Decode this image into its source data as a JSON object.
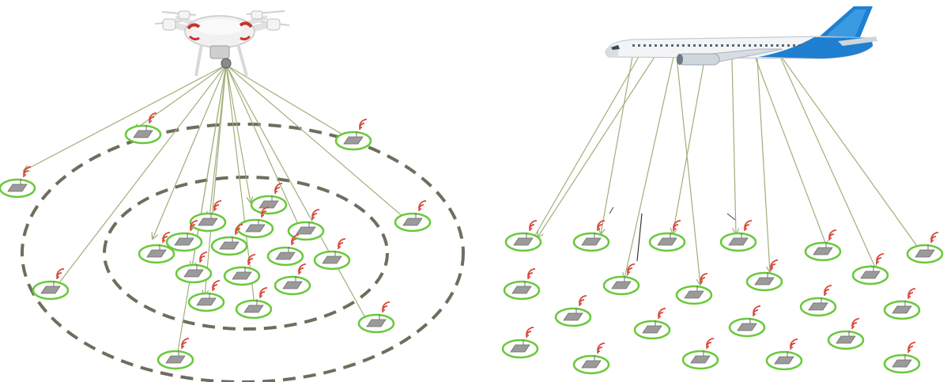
{
  "colors": {
    "background": "#ffffff",
    "link_line": "#9fb07a",
    "dashed_ring": "#6e6e5e",
    "node_ring": "#69c93a",
    "node_box": "#9a9a9a",
    "signal": "#d9483b",
    "drone_body": "#eeeeee",
    "drone_accent": "#c8332b",
    "plane_body": "#f2f4f6",
    "plane_tail": "#1f7fd0"
  },
  "panels": [
    {
      "name": "drone-panel",
      "vehicle_icon": "drone-icon",
      "pattern": "concentric-rings"
    },
    {
      "name": "airplane-panel",
      "vehicle_icon": "airplane-icon",
      "pattern": "grid"
    }
  ],
  "node_icon": "sensor-node-icon",
  "signal_icon": "wifi-signal-icon"
}
